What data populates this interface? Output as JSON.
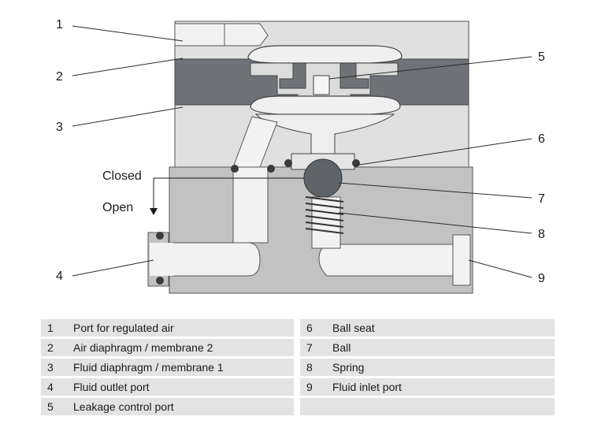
{
  "callouts": [
    "1",
    "2",
    "3",
    "4",
    "5",
    "6",
    "7",
    "8",
    "9"
  ],
  "states": {
    "closed": "Closed",
    "open": "Open"
  },
  "legend": [
    {
      "num": "1",
      "text": "Port for regulated air",
      "num2": "6",
      "text2": "Ball seat"
    },
    {
      "num": "2",
      "text": "Air diaphragm / membrane 2",
      "num2": "7",
      "text2": "Ball"
    },
    {
      "num": "3",
      "text": "Fluid diaphragm / membrane 1",
      "num2": "8",
      "text2": "Spring"
    },
    {
      "num": "4",
      "text": "Fluid outlet port",
      "num2": "9",
      "text2": "Fluid inlet port"
    },
    {
      "num": "5",
      "text": "Leakage control port",
      "num2": "",
      "text2": ""
    }
  ],
  "colors": {
    "light": "#e0e0e0",
    "mid": "#c2c2c2",
    "dark": "#6f7378",
    "ball": "#5f6468",
    "line": "#2b2b2b",
    "legend_bg": "#e3e3e3"
  }
}
